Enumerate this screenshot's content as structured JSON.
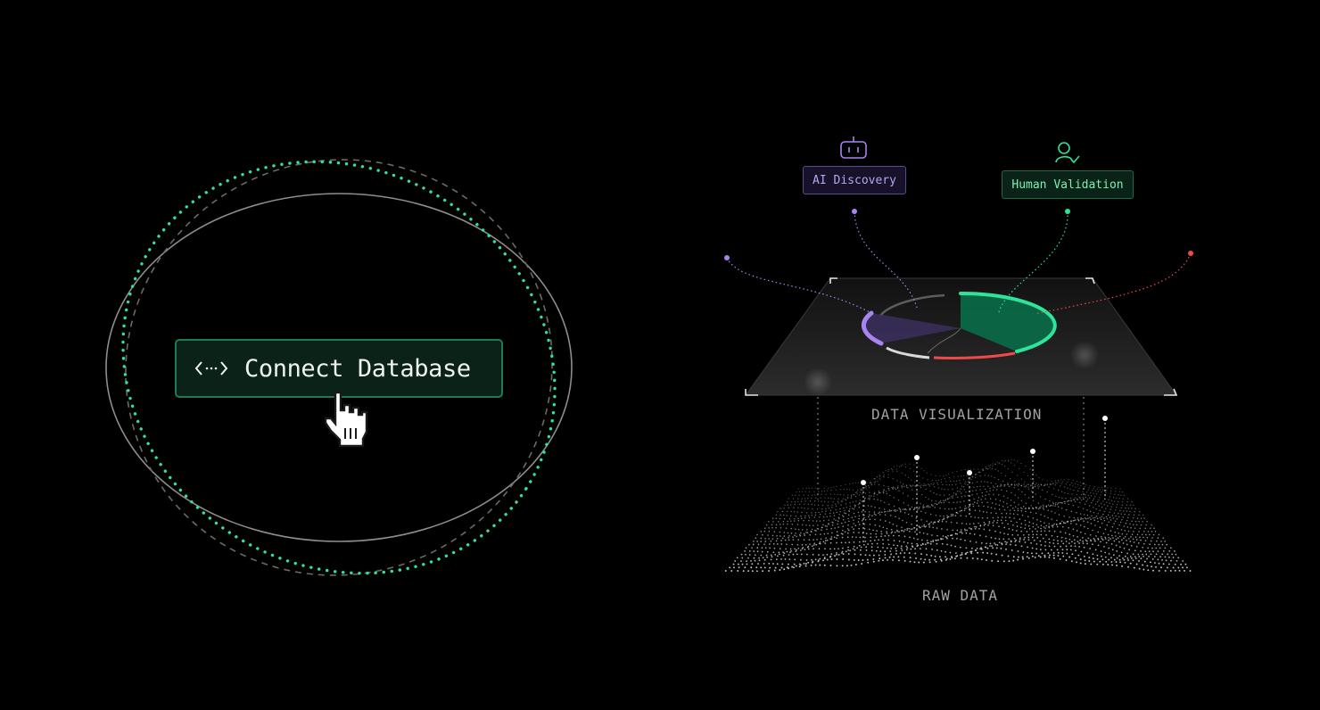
{
  "connect_database": {
    "label": "Connect Database",
    "icon": "code-brackets-icon"
  },
  "cursor": {
    "icon": "hand-pointer-icon"
  },
  "tags": {
    "ai_discovery": {
      "label": "AI Discovery",
      "icon": "robot-icon"
    },
    "human_validation": {
      "label": "Human Validation",
      "icon": "user-check-icon"
    }
  },
  "layers": {
    "visualization": "DATA VISUALIZATION",
    "raw": "RAW DATA"
  },
  "colors": {
    "background": "#000000",
    "accent_green": "#2ee39a",
    "accent_purple": "#a984f0",
    "accent_red": "#ef4a4a",
    "ring_gray": "#8a8a8a",
    "button_fill": "#0b2219",
    "button_border": "#1f7a53"
  }
}
